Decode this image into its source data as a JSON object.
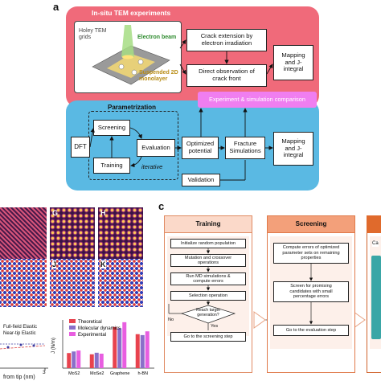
{
  "panel_a": {
    "letter": "a",
    "insitu": {
      "title": "In-situ TEM experiments",
      "holey_label": "Holey TEM\ngrids",
      "beam_label": "Electron beam",
      "monolayer_label": "Suspended 2D\nmonolayer",
      "crack_extension": "Crack extension by\nelectron irradiation",
      "direct_observation": "Direct observation of\ncrack front",
      "mapping": "Mapping\nand J-\nintegral"
    },
    "comparison": "Experiment & simulation comparison",
    "param": {
      "title": "Parametrization",
      "dft": "DFT",
      "screening": "Screening",
      "training": "Training",
      "evaluation": "Evaluation",
      "iterative": "iterative",
      "optimized": "Optimized\npotential",
      "fracture": "Fracture\nSimulations",
      "mapping": "Mapping\nand J-\nintegral",
      "validation": "Validation"
    },
    "colors": {
      "pink": "#f06a7a",
      "blue": "#5ab9e3",
      "magenta": "#f07ef0"
    }
  },
  "panel_c": {
    "letter": "c",
    "training_header": "Training",
    "screening_header": "Screening",
    "training_steps": [
      "Initialize random population",
      "Mutation and crossover\noperations",
      "Run MD simulations &\ncompute errors",
      "Selection operation",
      "Reach target\ngeneration?",
      "Go to the screening step"
    ],
    "no_label": "No",
    "yes_label": "Yes",
    "screening_steps": [
      "Compute errors of optimized\nparameter sets on remaining\nproperties",
      "Screen for promising\ncandidates with small\npercentage errors",
      "Go to the evaluation step"
    ],
    "partial_label": "Ca"
  },
  "panel_images": {
    "label_g": "G",
    "label_h": "H",
    "label_j": "J",
    "label_k": "K"
  },
  "plot_left": {
    "legend": [
      "Full-field Elastic",
      "Near-tip Elastic"
    ],
    "xlabel": "from tip (nm)",
    "tick_3": "3"
  },
  "chart_data": {
    "type": "bar",
    "categories": [
      "MoS2",
      "MoSe2",
      "Graphene",
      "h-BN"
    ],
    "series": [
      {
        "name": "Theoretical",
        "values": [
          4.8,
          4.4,
          13.1,
          10.8
        ]
      },
      {
        "name": "Molecular dynamics",
        "values": [
          5.3,
          4.9,
          12.7,
          10.5
        ]
      },
      {
        "name": "Experimental",
        "values": [
          5.6,
          4.6,
          14.6,
          11.7
        ]
      }
    ],
    "ylabel": "J (N/m)",
    "colors": [
      "#e8434e",
      "#8a6fc9",
      "#e85ee0"
    ]
  }
}
